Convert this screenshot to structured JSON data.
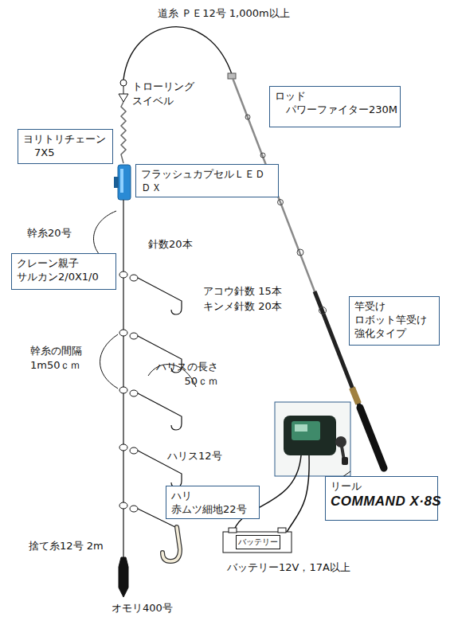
{
  "diagram": {
    "nodes": [
      {
        "text": [
          "ロッド",
          "パワーファイター230M"
        ]
      },
      {
        "text": [
          "ヨリトリチェーン",
          "7X5"
        ]
      },
      {
        "text": [
          "フラッシュカプセルＬＥＤ",
          "ＤＸ"
        ]
      },
      {
        "text": [
          "クレーン親子",
          "サルカン2/0X1/0"
        ]
      },
      {
        "text": [
          "竿受け",
          "ロボット竿受け",
          "強化タイプ"
        ]
      },
      {
        "text": [
          "リール",
          "COMMAND X·8S"
        ]
      },
      {
        "text": [
          "ハリ",
          "赤ムツ細地22号"
        ]
      },
      {
        "text": [
          "バッテリー"
        ]
      }
    ],
    "labels": [
      "道糸 ＰＥ12号 1,000m以上",
      "トローリング スイベル",
      "幹糸20号",
      "針数20本",
      "アコウ針数 15本",
      "キンメ針数 20本",
      "幹糸の間隔 1m50ｃｍ",
      "ハリスの長さ 50ｃｍ",
      "ハリス12号",
      "捨て糸12号 2m",
      "オモリ400号",
      "バッテリー12V，17A以上"
    ]
  }
}
